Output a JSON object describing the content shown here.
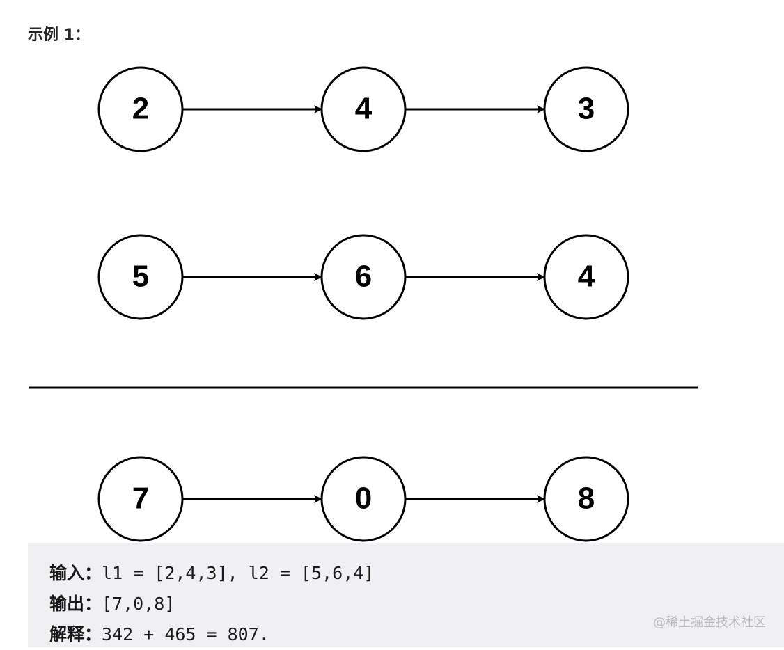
{
  "title": "示例 1：",
  "lists": [
    {
      "id": "l1",
      "values": [
        "2",
        "4",
        "3"
      ]
    },
    {
      "id": "l2",
      "values": [
        "5",
        "6",
        "4"
      ]
    },
    {
      "id": "result",
      "values": [
        "7",
        "0",
        "8"
      ]
    }
  ],
  "code": {
    "input_label": "输入：",
    "input_value": "l1 = [2,4,3], l2 = [5,6,4]",
    "output_label": "输出：",
    "output_value": "[7,0,8]",
    "explain_label": "解释：",
    "explain_value": "342 + 465 = 807."
  },
  "watermark": "@稀土掘金技术社区"
}
